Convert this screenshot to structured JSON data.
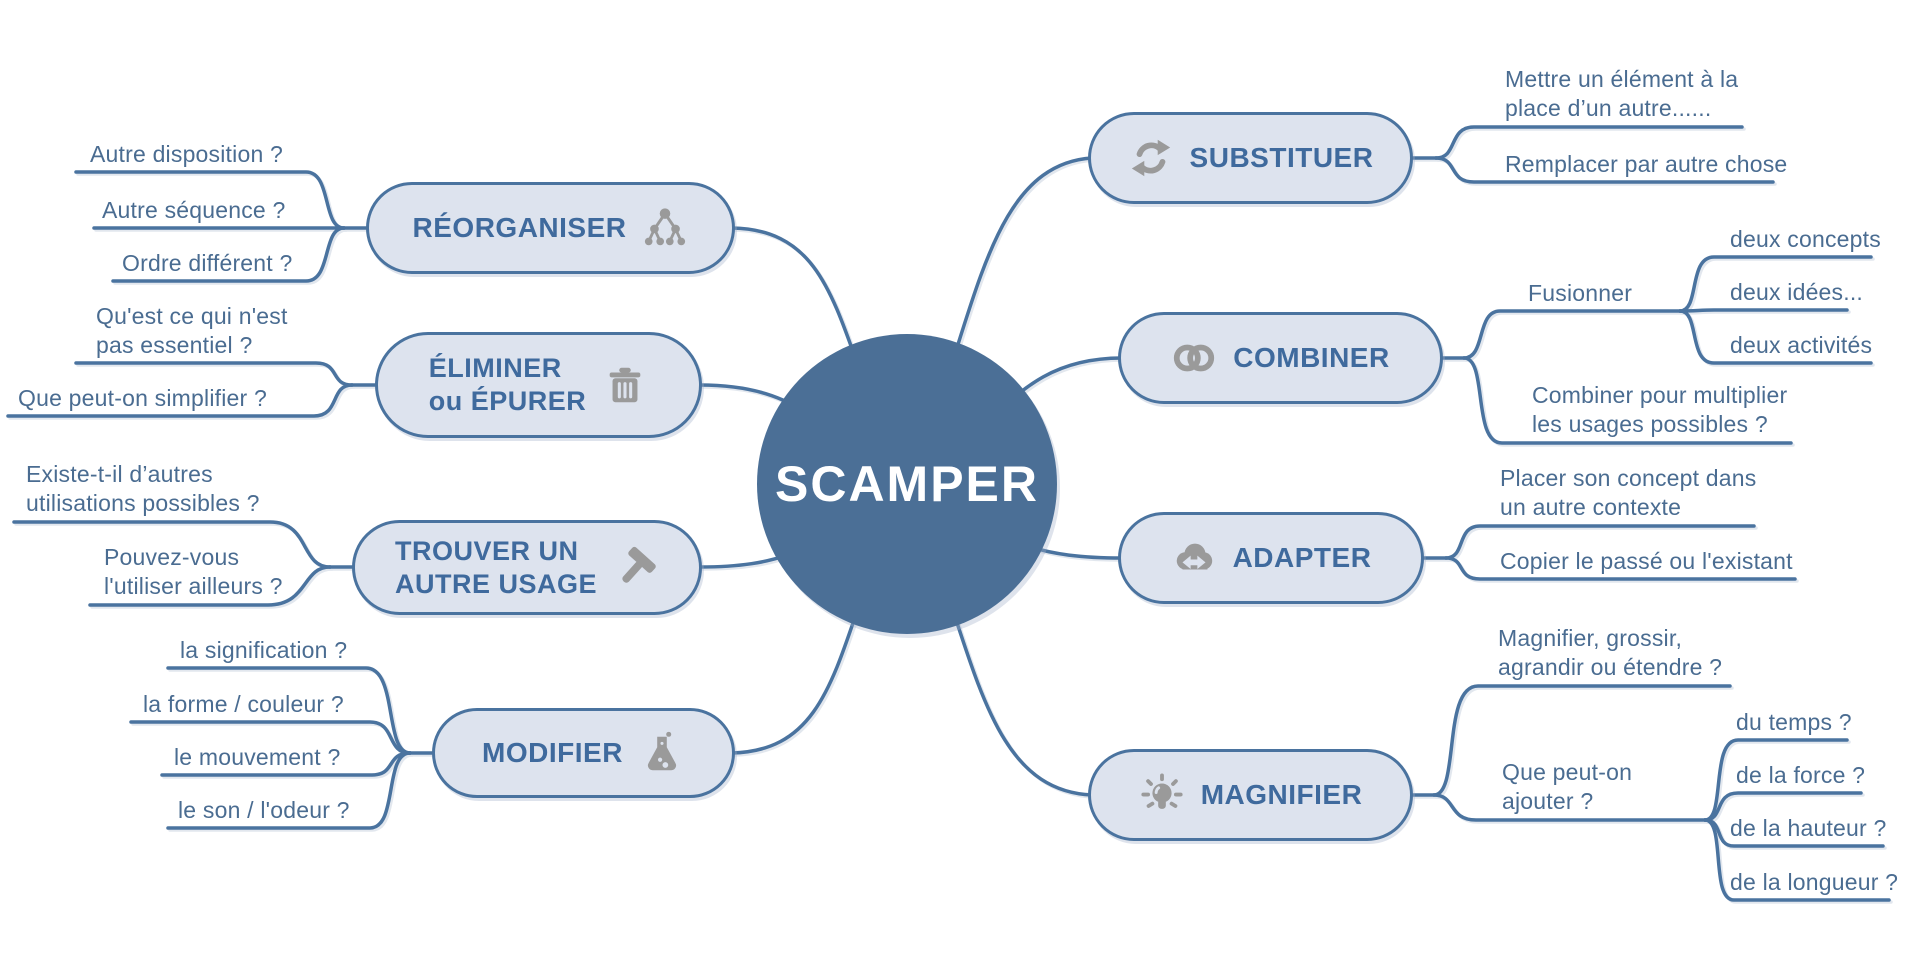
{
  "center": {
    "label": "SCAMPER"
  },
  "colors": {
    "line": "#4a739f",
    "node_fill": "#dde3ee",
    "node_border": "#4a739f",
    "node_text": "#3f6a9d",
    "leaf_text": "#4a6c91",
    "center_fill": "#4b6f96",
    "center_text": "#ffffff",
    "icon_gray": "#9a9a9a"
  },
  "nodes": {
    "substituer": {
      "label": "SUBSTITUER",
      "icon": "swap-arrows-icon",
      "children": [
        "Mettre un élément à la\nplace d’un autre......",
        "Remplacer par autre chose"
      ]
    },
    "combiner": {
      "label": "COMBINER",
      "icon": "linked-rings-icon",
      "children": [
        "Fusionner",
        "Combiner pour multiplier\nles usages possibles ?"
      ],
      "fusionner_children": [
        "deux concepts",
        "deux idées...",
        "deux activités"
      ]
    },
    "adapter": {
      "label": "ADAPTER",
      "icon": "cloud-arrows-icon",
      "children": [
        "Placer son concept dans\nun autre contexte",
        "Copier le passé ou l'existant"
      ]
    },
    "magnifier": {
      "label": "MAGNIFIER",
      "icon": "lightbulb-icon",
      "children": [
        "Magnifier, grossir,\nagrandir ou étendre ?",
        "Que peut-on\najouter ?"
      ],
      "ajouter_children": [
        "du temps ?",
        "de la force ?",
        "de la hauteur ?",
        "de la longueur ?"
      ]
    },
    "reorganiser": {
      "label": "RÉORGANISER",
      "icon": "tree-icon",
      "children": [
        "Autre disposition ?",
        "Autre séquence ?",
        "Ordre différent ?"
      ]
    },
    "eliminer": {
      "label": "ÉLIMINER\nou ÉPURER",
      "icon": "trash-icon",
      "children": [
        "Qu'est ce qui n'est\npas essentiel ?",
        "Que peut-on simplifier  ?"
      ]
    },
    "trouver": {
      "label": "TROUVER UN\nAUTRE USAGE",
      "icon": "hammer-icon",
      "children": [
        "Existe-t-il d’autres\nutilisations possibles ?",
        "Pouvez-vous\nl'utiliser ailleurs ?"
      ]
    },
    "modifier": {
      "label": "MODIFIER",
      "icon": "flask-icon",
      "children": [
        "la signification ?",
        "la forme / couleur ?",
        "le mouvement ?",
        "le son / l'odeur ?"
      ]
    }
  }
}
